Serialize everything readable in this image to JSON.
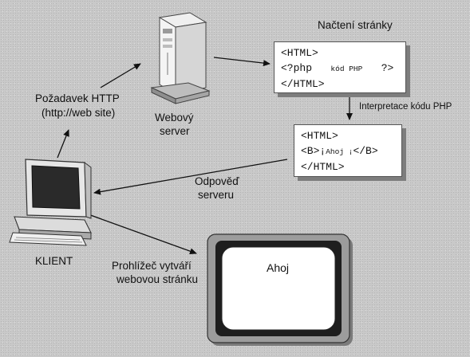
{
  "labels": {
    "nacteni": "Načtení stránky",
    "pozadavek_1": "Požadavek HTTP",
    "pozadavek_2": "(http://web site)",
    "server_1": "Webový",
    "server_2": "server",
    "interpretace": "Interpretace kódu PHP",
    "odpoved_1": "Odpověď",
    "odpoved_2": "serveru",
    "klient": "KLIENT",
    "prohlizec_1": "Prohlížeč vytváří",
    "prohlizec_2": "webovou stránku"
  },
  "code_top": {
    "line1": "<HTML>",
    "line2_a": "<?php",
    "line2_b": "kód PHP",
    "line2_c": "?>",
    "line3": "</HTML>"
  },
  "code_bottom": {
    "line1": "<HTML>",
    "line2_a": "<B>¡",
    "line2_b": "Ahoj ¡",
    "line2_c": "</B>",
    "line3": "</HTML>"
  },
  "browser": {
    "text": "Ahoj"
  }
}
